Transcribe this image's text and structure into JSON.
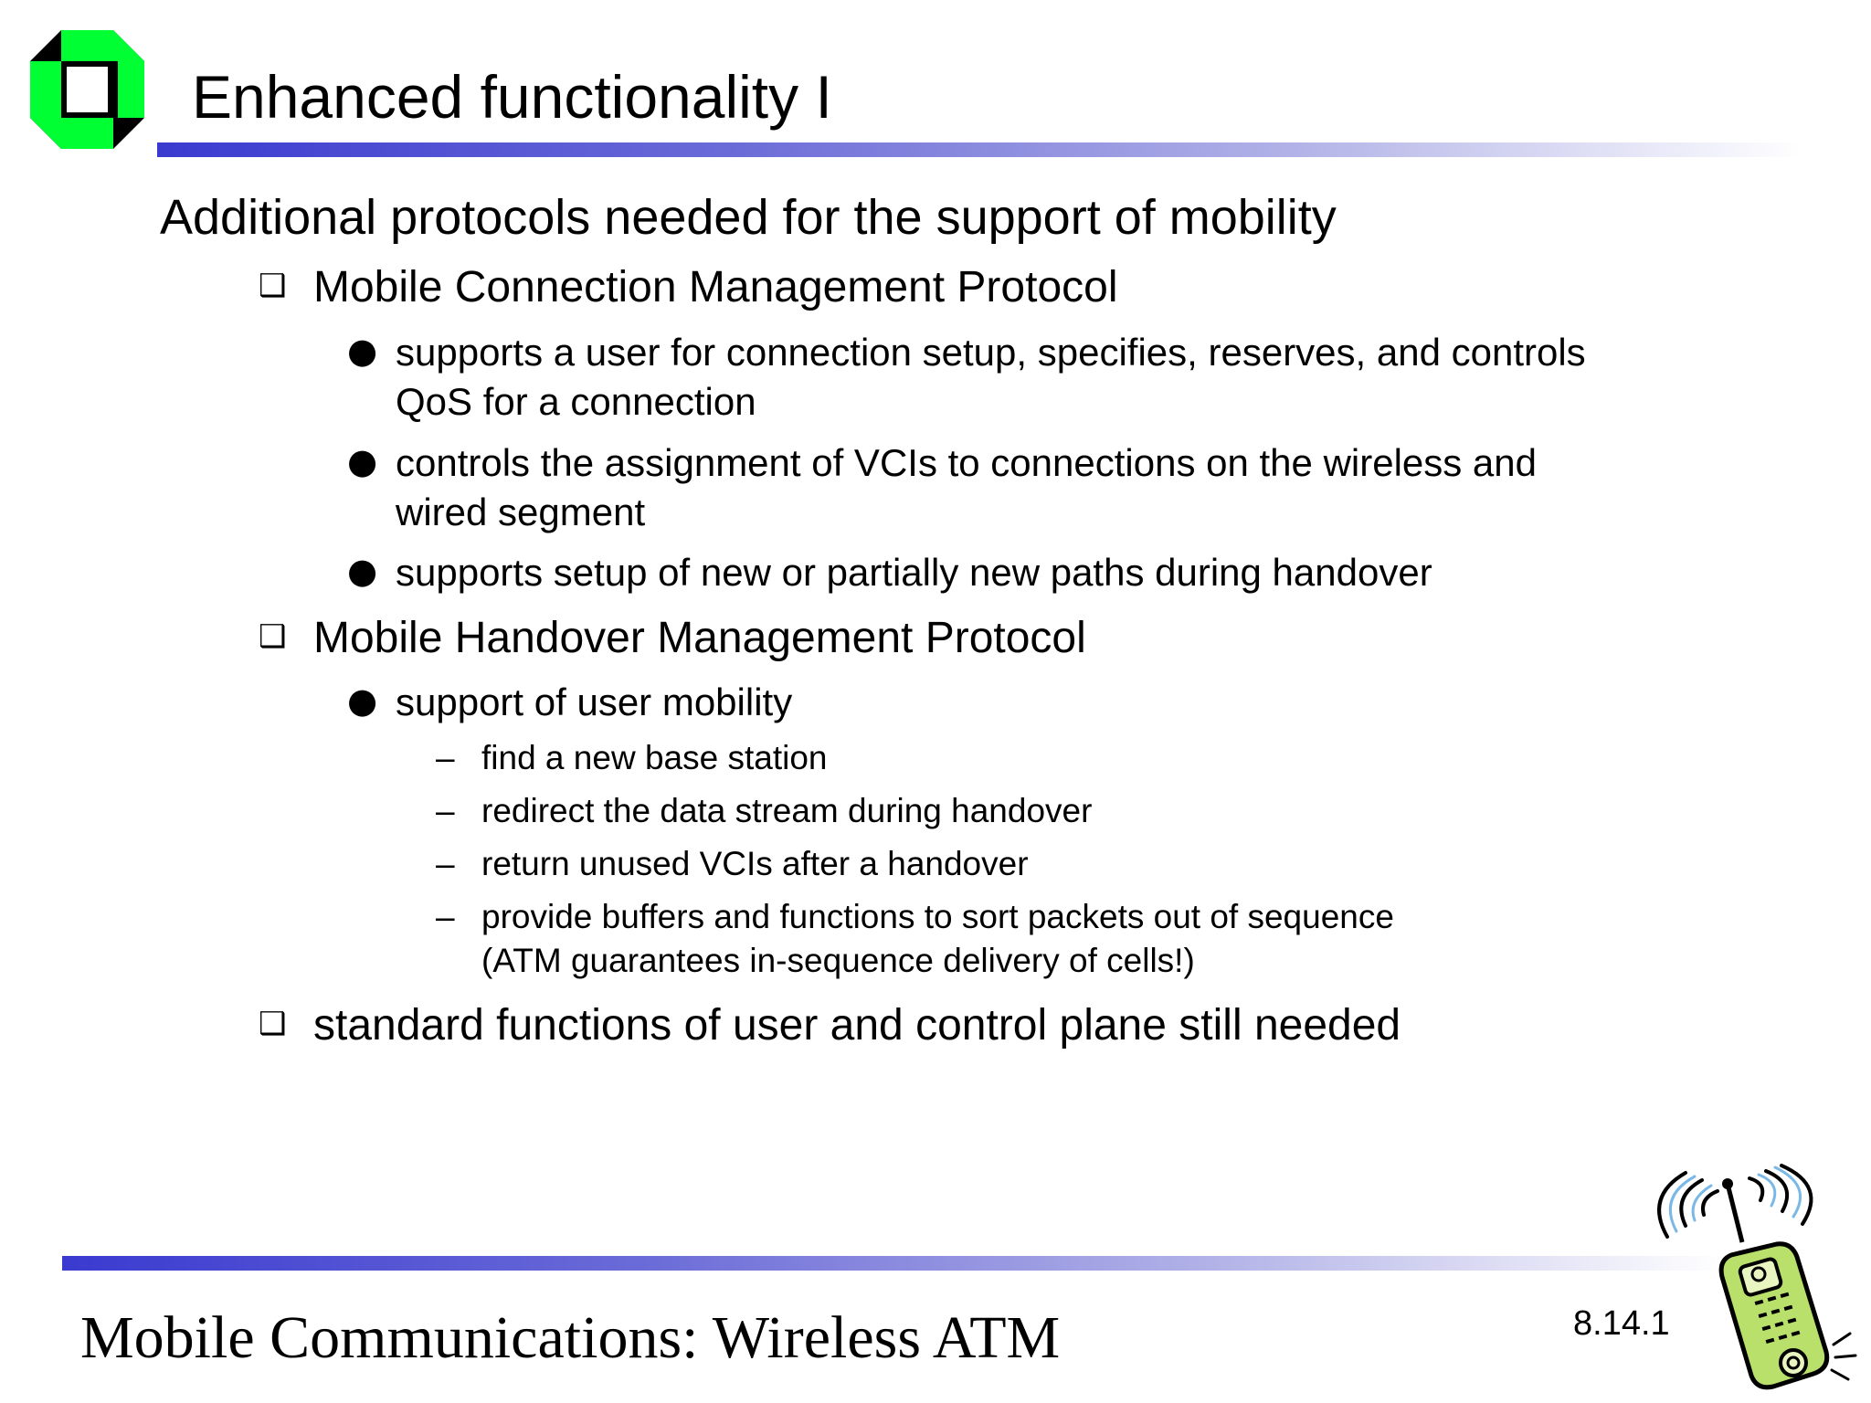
{
  "slide": {
    "title": "Enhanced functionality I",
    "heading": "Additional protocols needed for the support of mobility",
    "sections": [
      {
        "label": "Mobile Connection Management Protocol",
        "bullets": [
          {
            "lines": [
              "supports a user for connection setup, specifies, reserves, and controls",
              "QoS for a connection"
            ]
          },
          {
            "lines": [
              "controls the assignment of VCIs to connections on the wireless and",
              "wired segment"
            ]
          },
          {
            "lines": [
              "supports setup of new or partially new paths during handover"
            ]
          }
        ]
      },
      {
        "label": "Mobile Handover Management Protocol",
        "bullets": [
          {
            "lines": [
              "support of user mobility"
            ],
            "subitems": [
              {
                "lines": [
                  "find a new base station"
                ]
              },
              {
                "lines": [
                  "redirect the data stream during handover"
                ]
              },
              {
                "lines": [
                  "return unused VCIs after a handover"
                ]
              },
              {
                "lines": [
                  "provide buffers and functions to sort packets out of sequence",
                  "(ATM guarantees in-sequence delivery of cells!)"
                ]
              }
            ]
          }
        ]
      },
      {
        "label": "standard functions of user and control plane still needed",
        "bullets": []
      }
    ]
  },
  "markers": {
    "section": "❑",
    "bullet": "●",
    "dash": "–"
  },
  "footer": {
    "title": "Mobile Communications: Wireless ATM",
    "page_number": "8.14.1"
  },
  "icons": {
    "logo": "university-logo-icon",
    "phone": "mobile-phone-clipart-icon"
  },
  "colors": {
    "logo_green": "#00ff33",
    "logo_black": "#000000",
    "rule_blue": "#3a3ad0",
    "phone_green": "#b8e06a"
  }
}
